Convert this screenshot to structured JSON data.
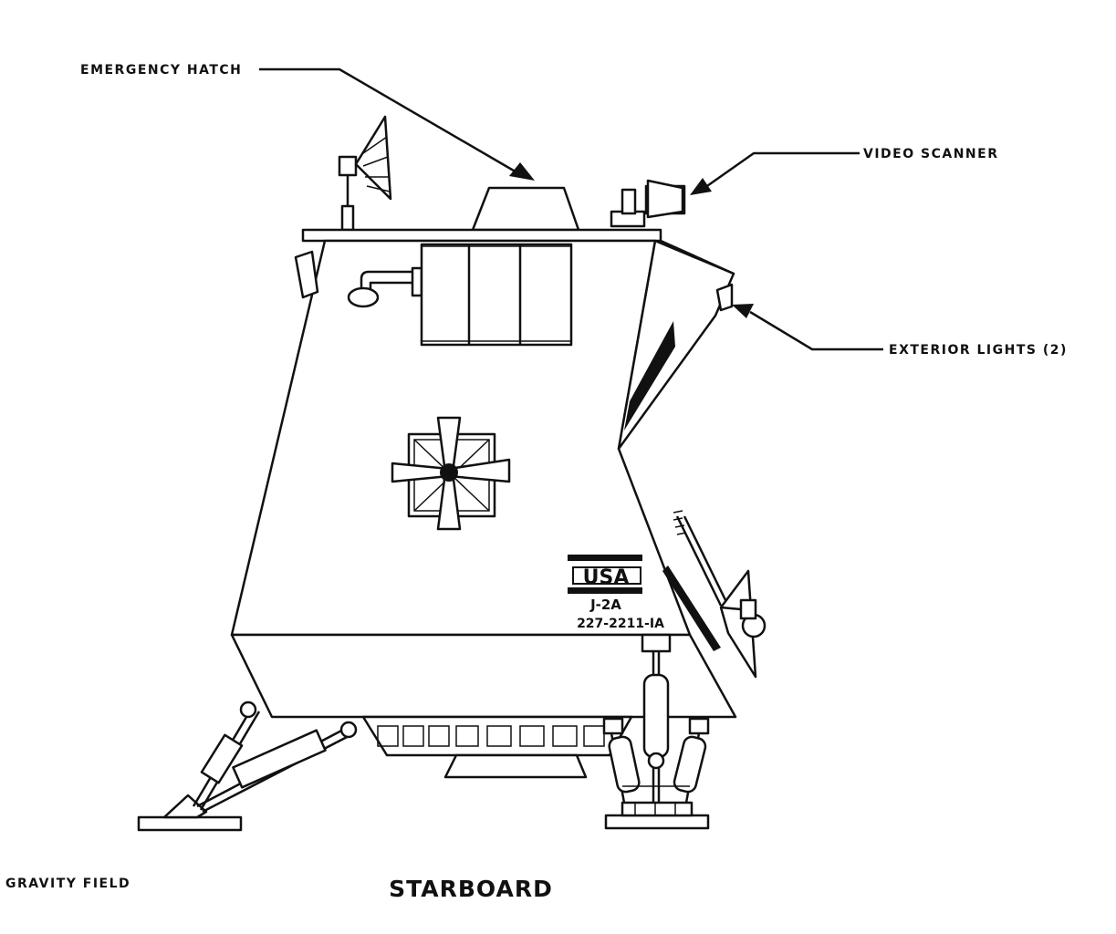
{
  "labels": {
    "emergency_hatch": "EMERGENCY HATCH",
    "video_scanner": "VIDEO SCANNER",
    "exterior_lights": "EXTERIOR LIGHTS (2)",
    "gravity_field": "GRAVITY FIELD",
    "view_title": "STARBOARD"
  },
  "markings": {
    "country": "USA",
    "designation": "J-2A",
    "serial": "227-2211-IA"
  },
  "colors": {
    "ink": "#111111",
    "paper": "#ffffff"
  }
}
